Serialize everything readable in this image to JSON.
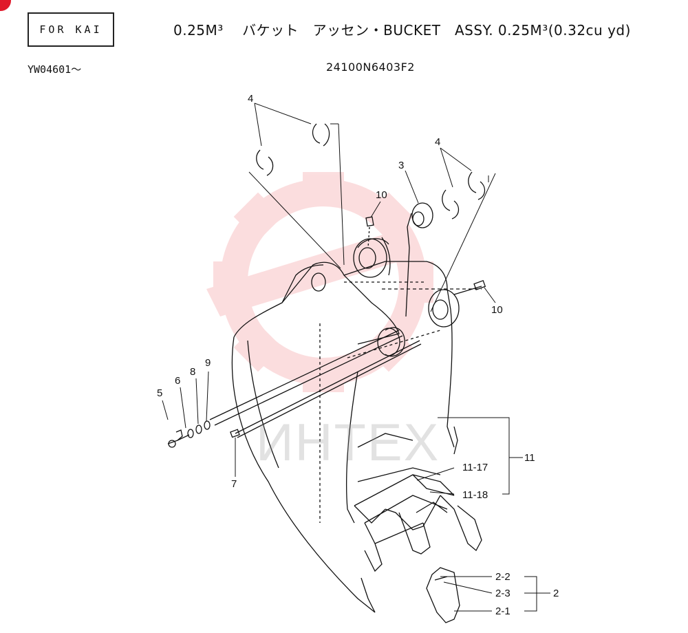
{
  "header": {
    "for_label": "FOR KAI",
    "title": "0.25M³　 バケット　アッセン・BUCKET　ASSY. 0.25M³(0.32cu yd)",
    "serial_range": "YW04601～",
    "part_number": "24100N6403F2"
  },
  "callouts": {
    "c2": "2",
    "c2_1": "2-1",
    "c2_2": "2-2",
    "c2_3": "2-3",
    "c3": "3",
    "c4_left": "4",
    "c4_right": "4",
    "c5": "5",
    "c6": "6",
    "c7": "7",
    "c8": "8",
    "c9": "9",
    "c10_top": "10",
    "c10_right": "10",
    "c11": "11",
    "c11_17": "11-17",
    "c11_18": "11-18"
  },
  "watermark": {
    "text": "ИНТЕХ",
    "color": "#e8343a"
  },
  "colors": {
    "corner_dot": "#e0192a",
    "ink": "#111111"
  }
}
